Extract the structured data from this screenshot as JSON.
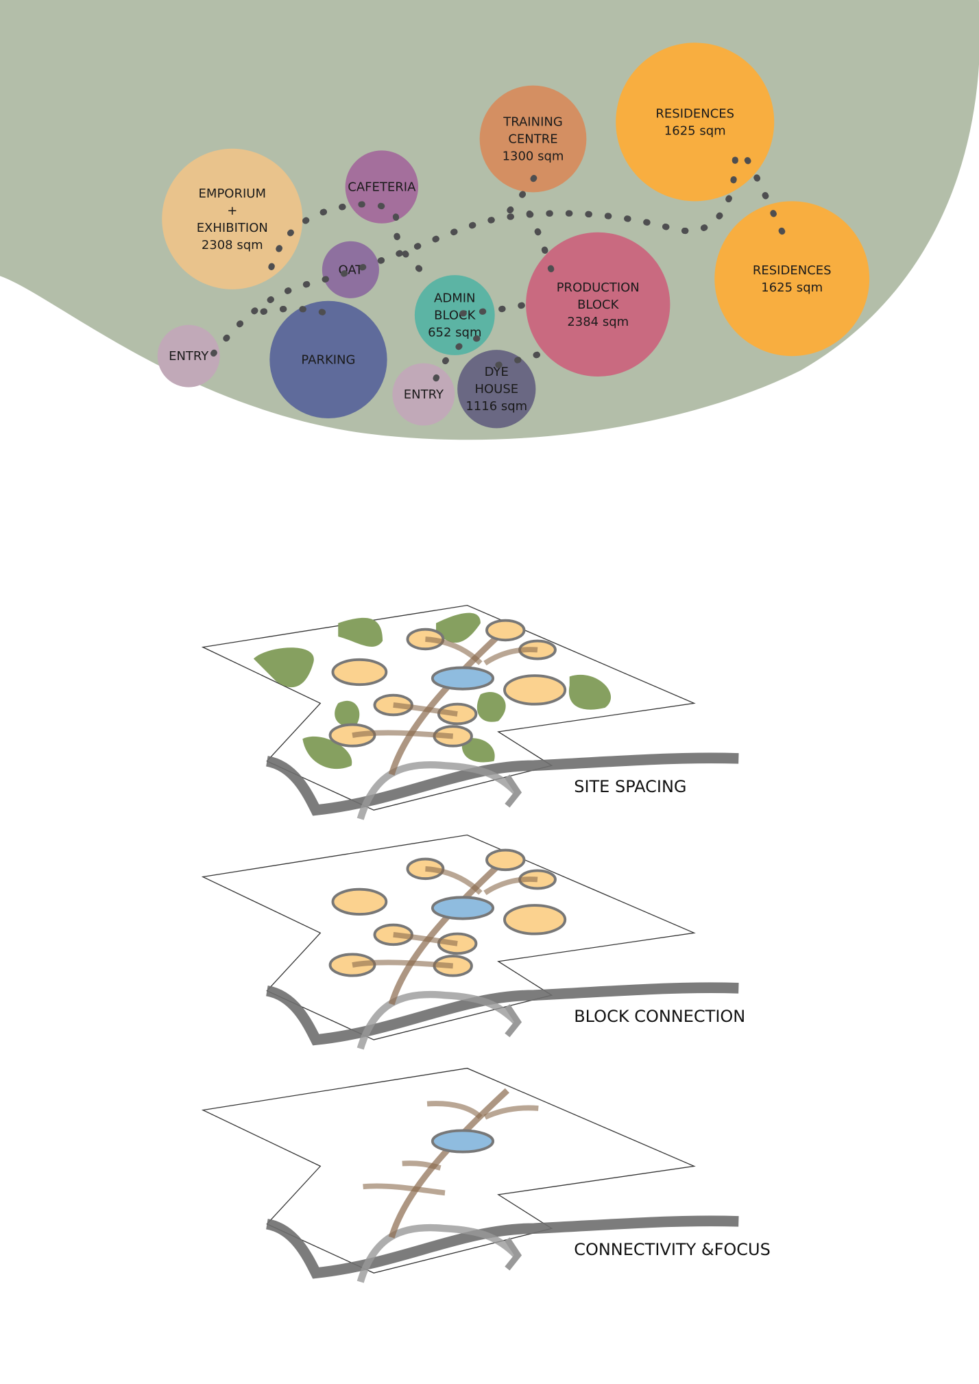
{
  "colors": {
    "background_blob": "#b3bea9",
    "emporium": "#e9c38c",
    "cafeteria": "#a46f9c",
    "oat": "#8e709f",
    "training": "#d48f62",
    "residences": "#f8ae40",
    "admin": "#5cb4a4",
    "production": "#c96a80",
    "parking": "#5f6b9b",
    "entry": "#c1a9b8",
    "dye_house": "#6a6883",
    "path_dots": "#4e4e50",
    "green_space": "#86a060",
    "block": "#fbd28f",
    "focus": "#8fbcdf",
    "spine": "#8a6a4d",
    "road": "#6e6e6e"
  },
  "bubble_diagram": {
    "nodes": [
      {
        "id": "emporium",
        "lines": [
          "EMPORIUM",
          "+",
          "EXHIBITION",
          "2308 sqm"
        ]
      },
      {
        "id": "cafeteria",
        "lines": [
          "CAFETERIA"
        ]
      },
      {
        "id": "oat",
        "lines": [
          "OAT"
        ]
      },
      {
        "id": "training",
        "lines": [
          "TRAINING",
          "CENTRE",
          "1300 sqm"
        ]
      },
      {
        "id": "residences_1",
        "lines": [
          "RESIDENCES",
          "1625 sqm"
        ]
      },
      {
        "id": "residences_2",
        "lines": [
          "RESIDENCES",
          "1625 sqm"
        ]
      },
      {
        "id": "admin",
        "lines": [
          "ADMIN",
          "BLOCK",
          "652 sqm"
        ]
      },
      {
        "id": "production",
        "lines": [
          "PRODUCTION",
          "BLOCK",
          "2384 sqm"
        ]
      },
      {
        "id": "parking",
        "lines": [
          "PARKING"
        ]
      },
      {
        "id": "entry_1",
        "lines": [
          "ENTRY"
        ]
      },
      {
        "id": "entry_2",
        "lines": [
          "ENTRY"
        ]
      },
      {
        "id": "dye_house",
        "lines": [
          "DYE",
          "HOUSE",
          "1116 sqm"
        ]
      }
    ]
  },
  "layers": [
    {
      "id": "site-spacing",
      "caption": "SITE SPACING"
    },
    {
      "id": "block-connection",
      "caption": "BLOCK CONNECTION"
    },
    {
      "id": "connectivity-focus",
      "caption": "CONNECTIVITY &FOCUS"
    }
  ]
}
